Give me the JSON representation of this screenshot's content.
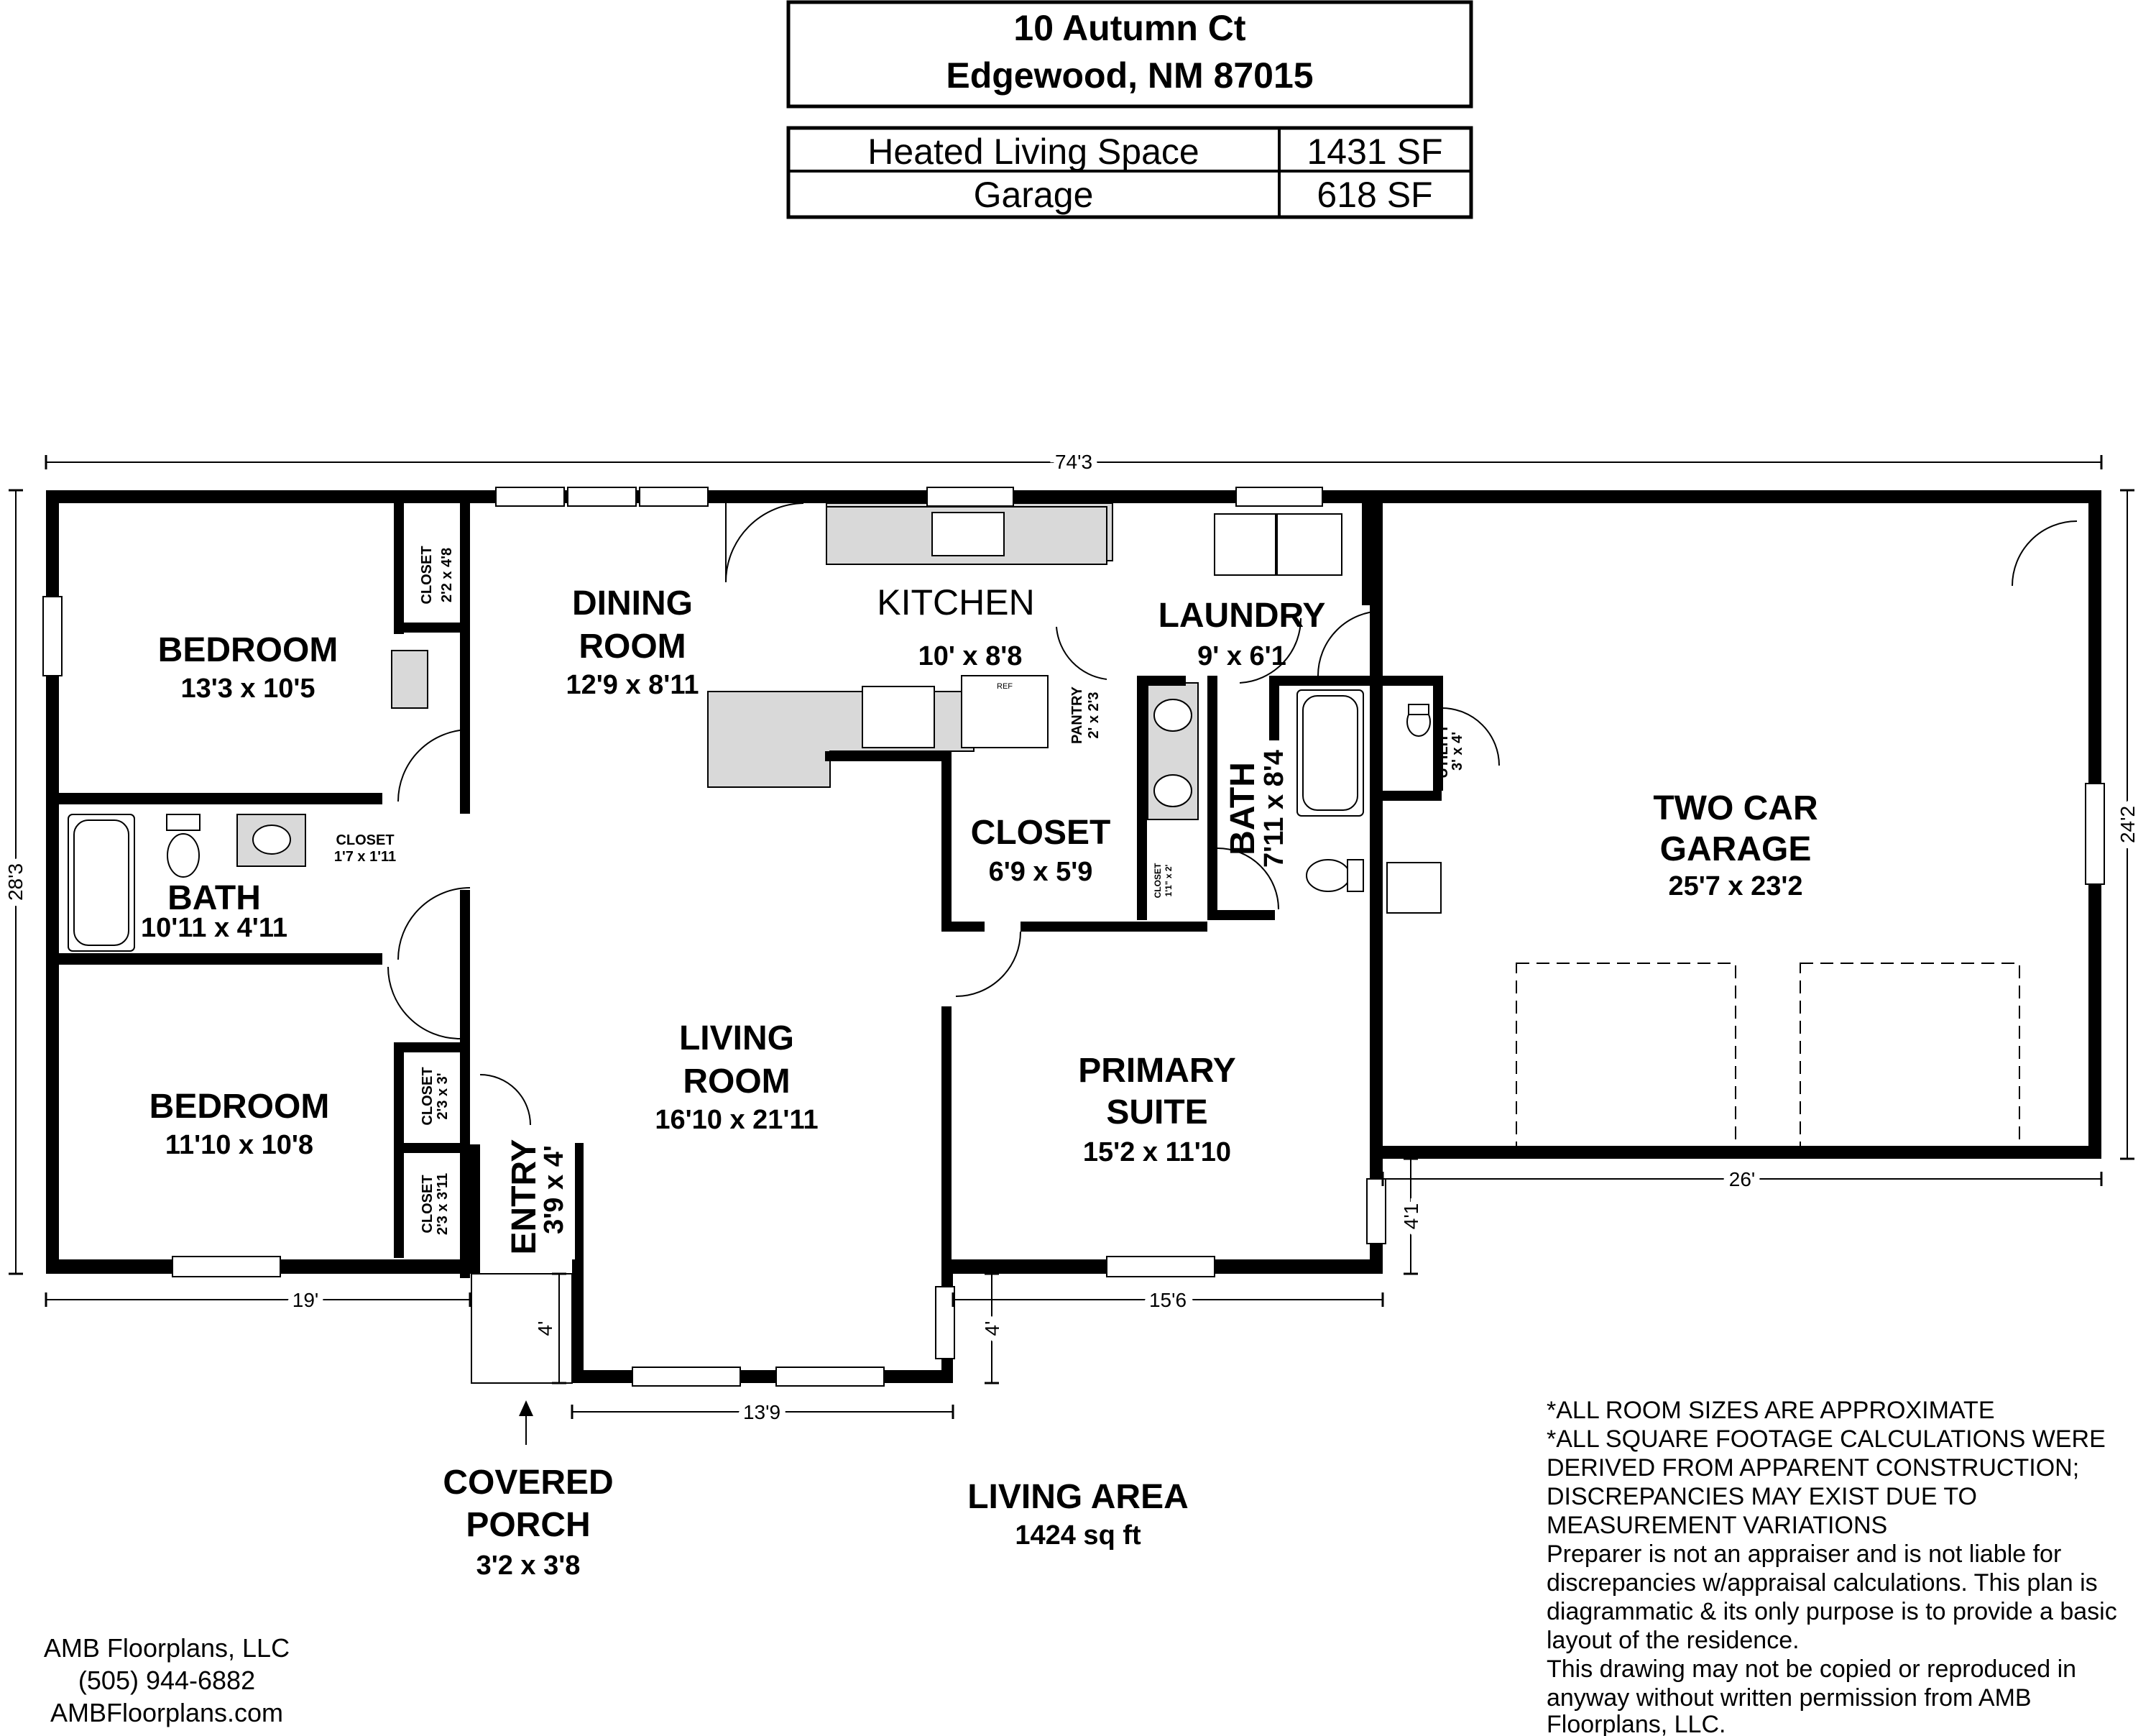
{
  "header": {
    "address_line1": "10 Autumn Ct",
    "address_line2": "Edgewood, NM 87015",
    "area_table": [
      {
        "label": "Heated Living Space",
        "value": "1431 SF"
      },
      {
        "label": "Garage",
        "value": "618 SF"
      }
    ]
  },
  "rooms": {
    "bedroom1": {
      "name": "BEDROOM",
      "dim": "13'3 x 10'5"
    },
    "closet1": {
      "name": "CLOSET",
      "dim": "2'2 x 4'8"
    },
    "dining": {
      "name1": "DINING",
      "name2": "ROOM",
      "dim": "12'9 x 8'11"
    },
    "kitchen": {
      "name": "KITCHEN",
      "dim": "10' x 8'8"
    },
    "ref": "REF",
    "pantry": {
      "name": "PANTRY",
      "dim": "2' x 2'3"
    },
    "laundry": {
      "name": "LAUNDRY",
      "dim": "9' x 6'1"
    },
    "bath1": {
      "name": "BATH",
      "dim": "10'11 x 4'11"
    },
    "hall_closet": {
      "name": "CLOSET",
      "dim": "1'7 x 1'11"
    },
    "walk_closet": {
      "name": "CLOSET",
      "dim": "6'9 x 5'9"
    },
    "small_closet": {
      "name": "CLOSET",
      "dim": "1'1\" x 2'"
    },
    "bath2": {
      "name": "BATH",
      "dim": "7'11 x 8'4"
    },
    "utility": {
      "name": "UTILITY",
      "dim": "3' x 4'"
    },
    "garage": {
      "name1": "TWO CAR",
      "name2": "GARAGE",
      "dim": "25'7 x 23'2"
    },
    "bedroom2": {
      "name": "BEDROOM",
      "dim": "11'10 x 10'8"
    },
    "closet2": {
      "name": "CLOSET",
      "dim": "2'3 x 3'"
    },
    "closet3": {
      "name": "CLOSET",
      "dim": "2'3 x 3'11"
    },
    "entry": {
      "name": "ENTRY",
      "dim": "3'9 x 4'"
    },
    "living": {
      "name1": "LIVING",
      "name2": "ROOM",
      "dim": "16'10 x 21'11"
    },
    "primary": {
      "name1": "PRIMARY",
      "name2": "SUITE",
      "dim": "15'2 x 11'10"
    }
  },
  "dimensions": {
    "overall_width": "74'3",
    "overall_depth": "28'3",
    "garage_depth": "24'2",
    "garage_width": "26'",
    "garage_offset": "4'1",
    "left_wing": "19'",
    "right_wing": "15'6",
    "bay_depth_left": "4'",
    "bay_depth_right": "4'",
    "bay_width": "13'9"
  },
  "porch": {
    "name1": "COVERED",
    "name2": "PORCH",
    "dim": "3'2 x 3'8"
  },
  "living_area": {
    "label": "LIVING AREA",
    "value": "1424 sq ft"
  },
  "disclaimer": [
    "*ALL ROOM SIZES ARE APPROXIMATE",
    "*ALL SQUARE FOOTAGE CALCULATIONS WERE",
    "DERIVED FROM APPARENT CONSTRUCTION;",
    "DISCREPANCIES MAY EXIST DUE TO",
    "MEASUREMENT VARIATIONS",
    "Preparer is not an appraiser and is not liable for",
    "discrepancies w/appraisal calculations.  This plan is",
    "diagrammatic & its only purpose is to provide a basic",
    "layout of the residence.",
    "This drawing may not be copied or reproduced in",
    "anyway without written permission from AMB",
    "Floorplans, LLC."
  ],
  "company": {
    "name": "AMB Floorplans, LLC",
    "phone": "(505) 944-6882",
    "website": "AMBFloorplans.com"
  },
  "colors": {
    "wall": "#000000",
    "fixture_fill": "#d9d9d9",
    "background": "#ffffff"
  }
}
